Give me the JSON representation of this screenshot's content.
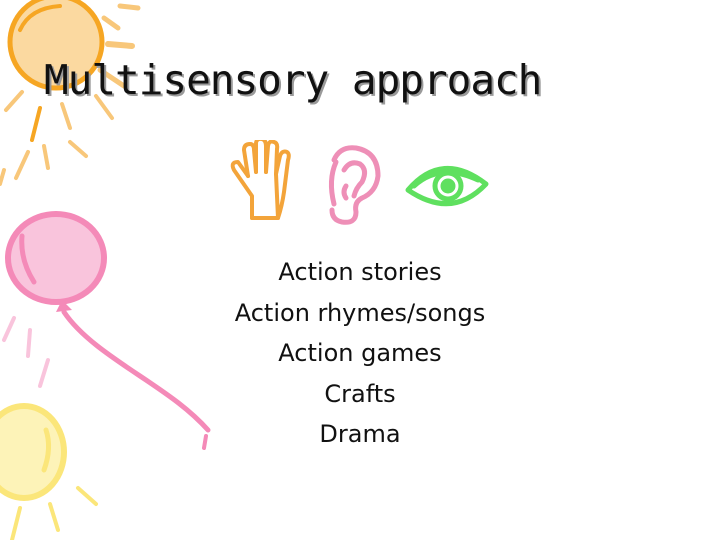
{
  "slide": {
    "title": "Multisensory approach",
    "icons": [
      "hand-icon",
      "ear-icon",
      "eye-icon"
    ],
    "items": [
      "Action stories",
      "Action rhymes/songs",
      "Action games",
      "Crafts",
      "Drama"
    ]
  },
  "colors": {
    "sun_orange": "#F6A623",
    "balloon_pink": "#F48AB8",
    "balloon_yellow": "#FBE67A",
    "hand_orange": "#F3A43A",
    "ear_pink": "#EE8FB7",
    "eye_green": "#5FE05F"
  }
}
